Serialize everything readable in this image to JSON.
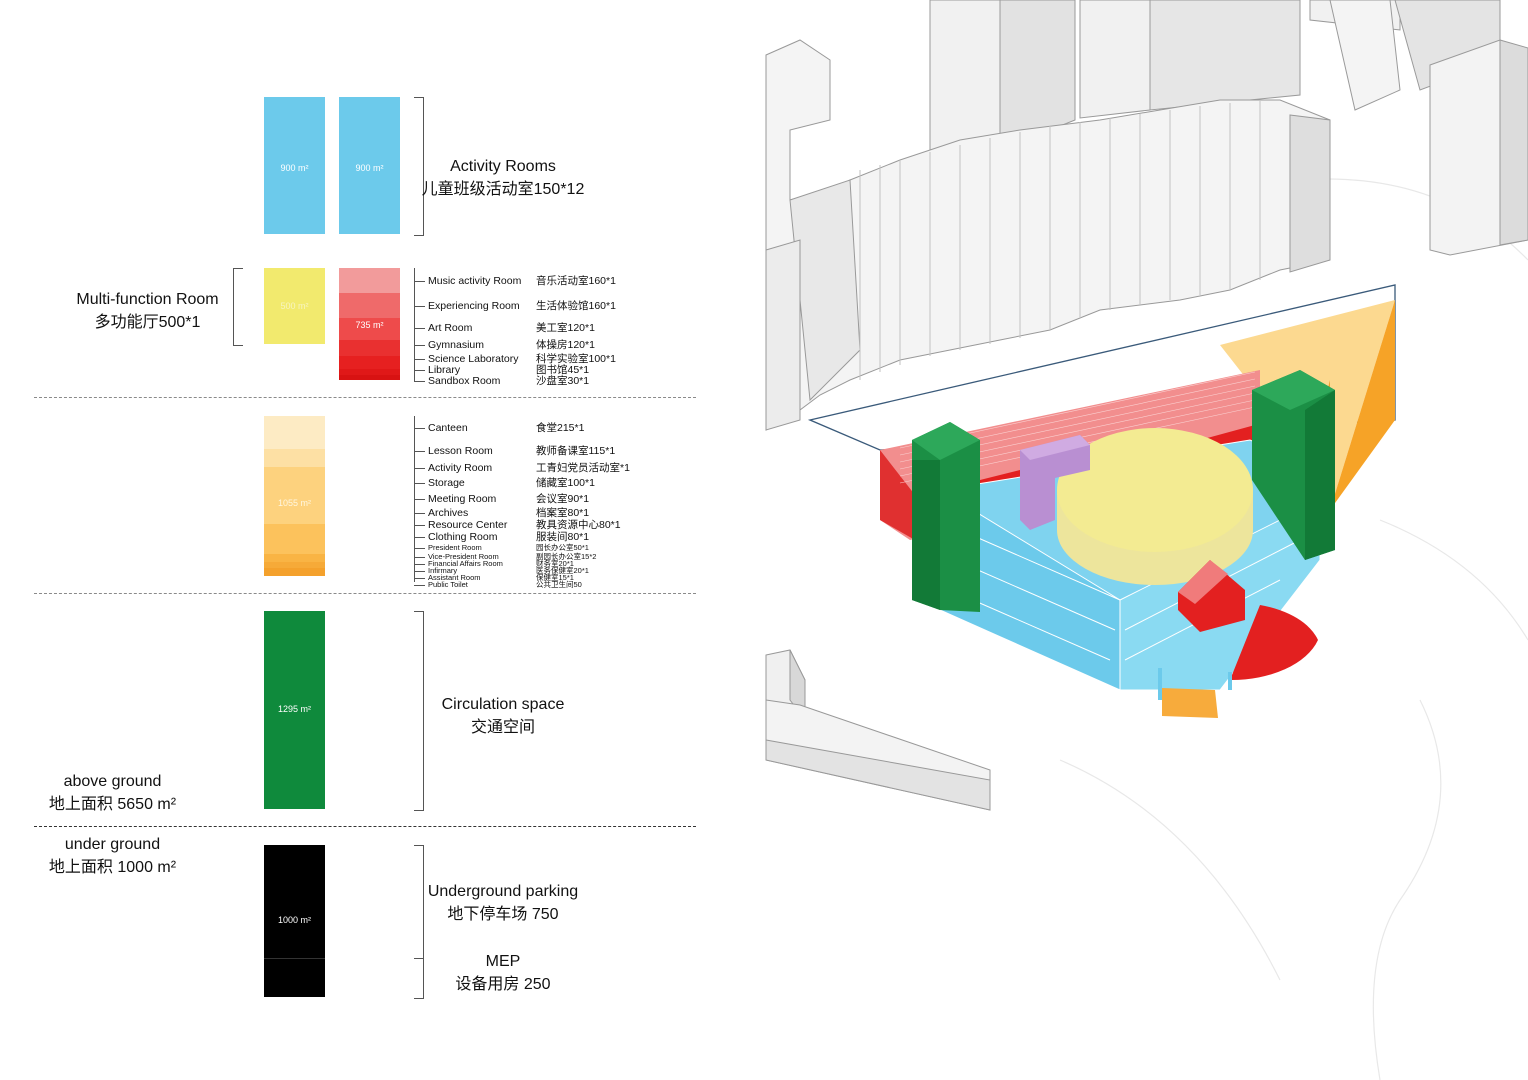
{
  "activity": {
    "title_en": "Activity Rooms",
    "title_zh": "儿童班级活动室150*12",
    "bar1_value": "900 m²",
    "bar2_value": "900 m²",
    "color": "#6ccaeb"
  },
  "multifunction": {
    "title_en": "Multi-function Room",
    "title_zh": "多功能厅500*1",
    "bar1_value": "500 m²",
    "bar2_value": "735 m²",
    "color": "#f2ea6e",
    "rooms": [
      {
        "en": "Music activity Room",
        "zh": "音乐活动室160*1"
      },
      {
        "en": "Experiencing Room",
        "zh": "生活体验馆160*1"
      },
      {
        "en": "Art Room",
        "zh": "美工室120*1"
      },
      {
        "en": "Gymnasium",
        "zh": "体操房120*1"
      },
      {
        "en": "Science Laboratory",
        "zh": "科学实验室100*1"
      },
      {
        "en": "Library",
        "zh": "图书馆45*1"
      },
      {
        "en": "Sandbox Room",
        "zh": "沙盘室30*1"
      }
    ]
  },
  "support": {
    "bar_value": "1055 m²",
    "rooms": [
      {
        "en": "Canteen",
        "zh": "食堂215*1"
      },
      {
        "en": "Lesson Room",
        "zh": "教师备课室115*1"
      },
      {
        "en": "Activity Room",
        "zh": "工青妇党员活动室*1"
      },
      {
        "en": "Storage",
        "zh": "储藏室100*1"
      },
      {
        "en": "Meeting Room",
        "zh": "会议室90*1"
      },
      {
        "en": "Archives",
        "zh": "档案室80*1"
      },
      {
        "en": "Resource Center",
        "zh": "教具资源中心80*1"
      },
      {
        "en": "Clothing Room",
        "zh": "服装间80*1"
      }
    ],
    "small_rooms": [
      {
        "en": "President Room",
        "zh": "园长办公室50*1"
      },
      {
        "en": "Vice-President Room",
        "zh": "副园长办公室15*2"
      },
      {
        "en": "Financial Affairs Room",
        "zh": "财务室20*1"
      },
      {
        "en": "Infirmary",
        "zh": "医务保健室20*1"
      },
      {
        "en": "Assistant Room",
        "zh": "保健室15*1"
      },
      {
        "en": "Public Toilet",
        "zh": "公共卫生间50"
      }
    ]
  },
  "circulation": {
    "title_en": "Circulation space",
    "title_zh": "交通空间",
    "bar_value": "1295 m²",
    "color": "#0f8a3c"
  },
  "above": {
    "label_en": "above ground",
    "label_zh": "地上面积 5650 m²"
  },
  "under": {
    "label_en": "under ground",
    "label_zh": "地上面积 1000 m²",
    "bar_value": "1000 m²",
    "parking_en": "Underground parking",
    "parking_zh": "地下停车场 750",
    "mep_en": "MEP",
    "mep_zh": "设备用房 250"
  }
}
